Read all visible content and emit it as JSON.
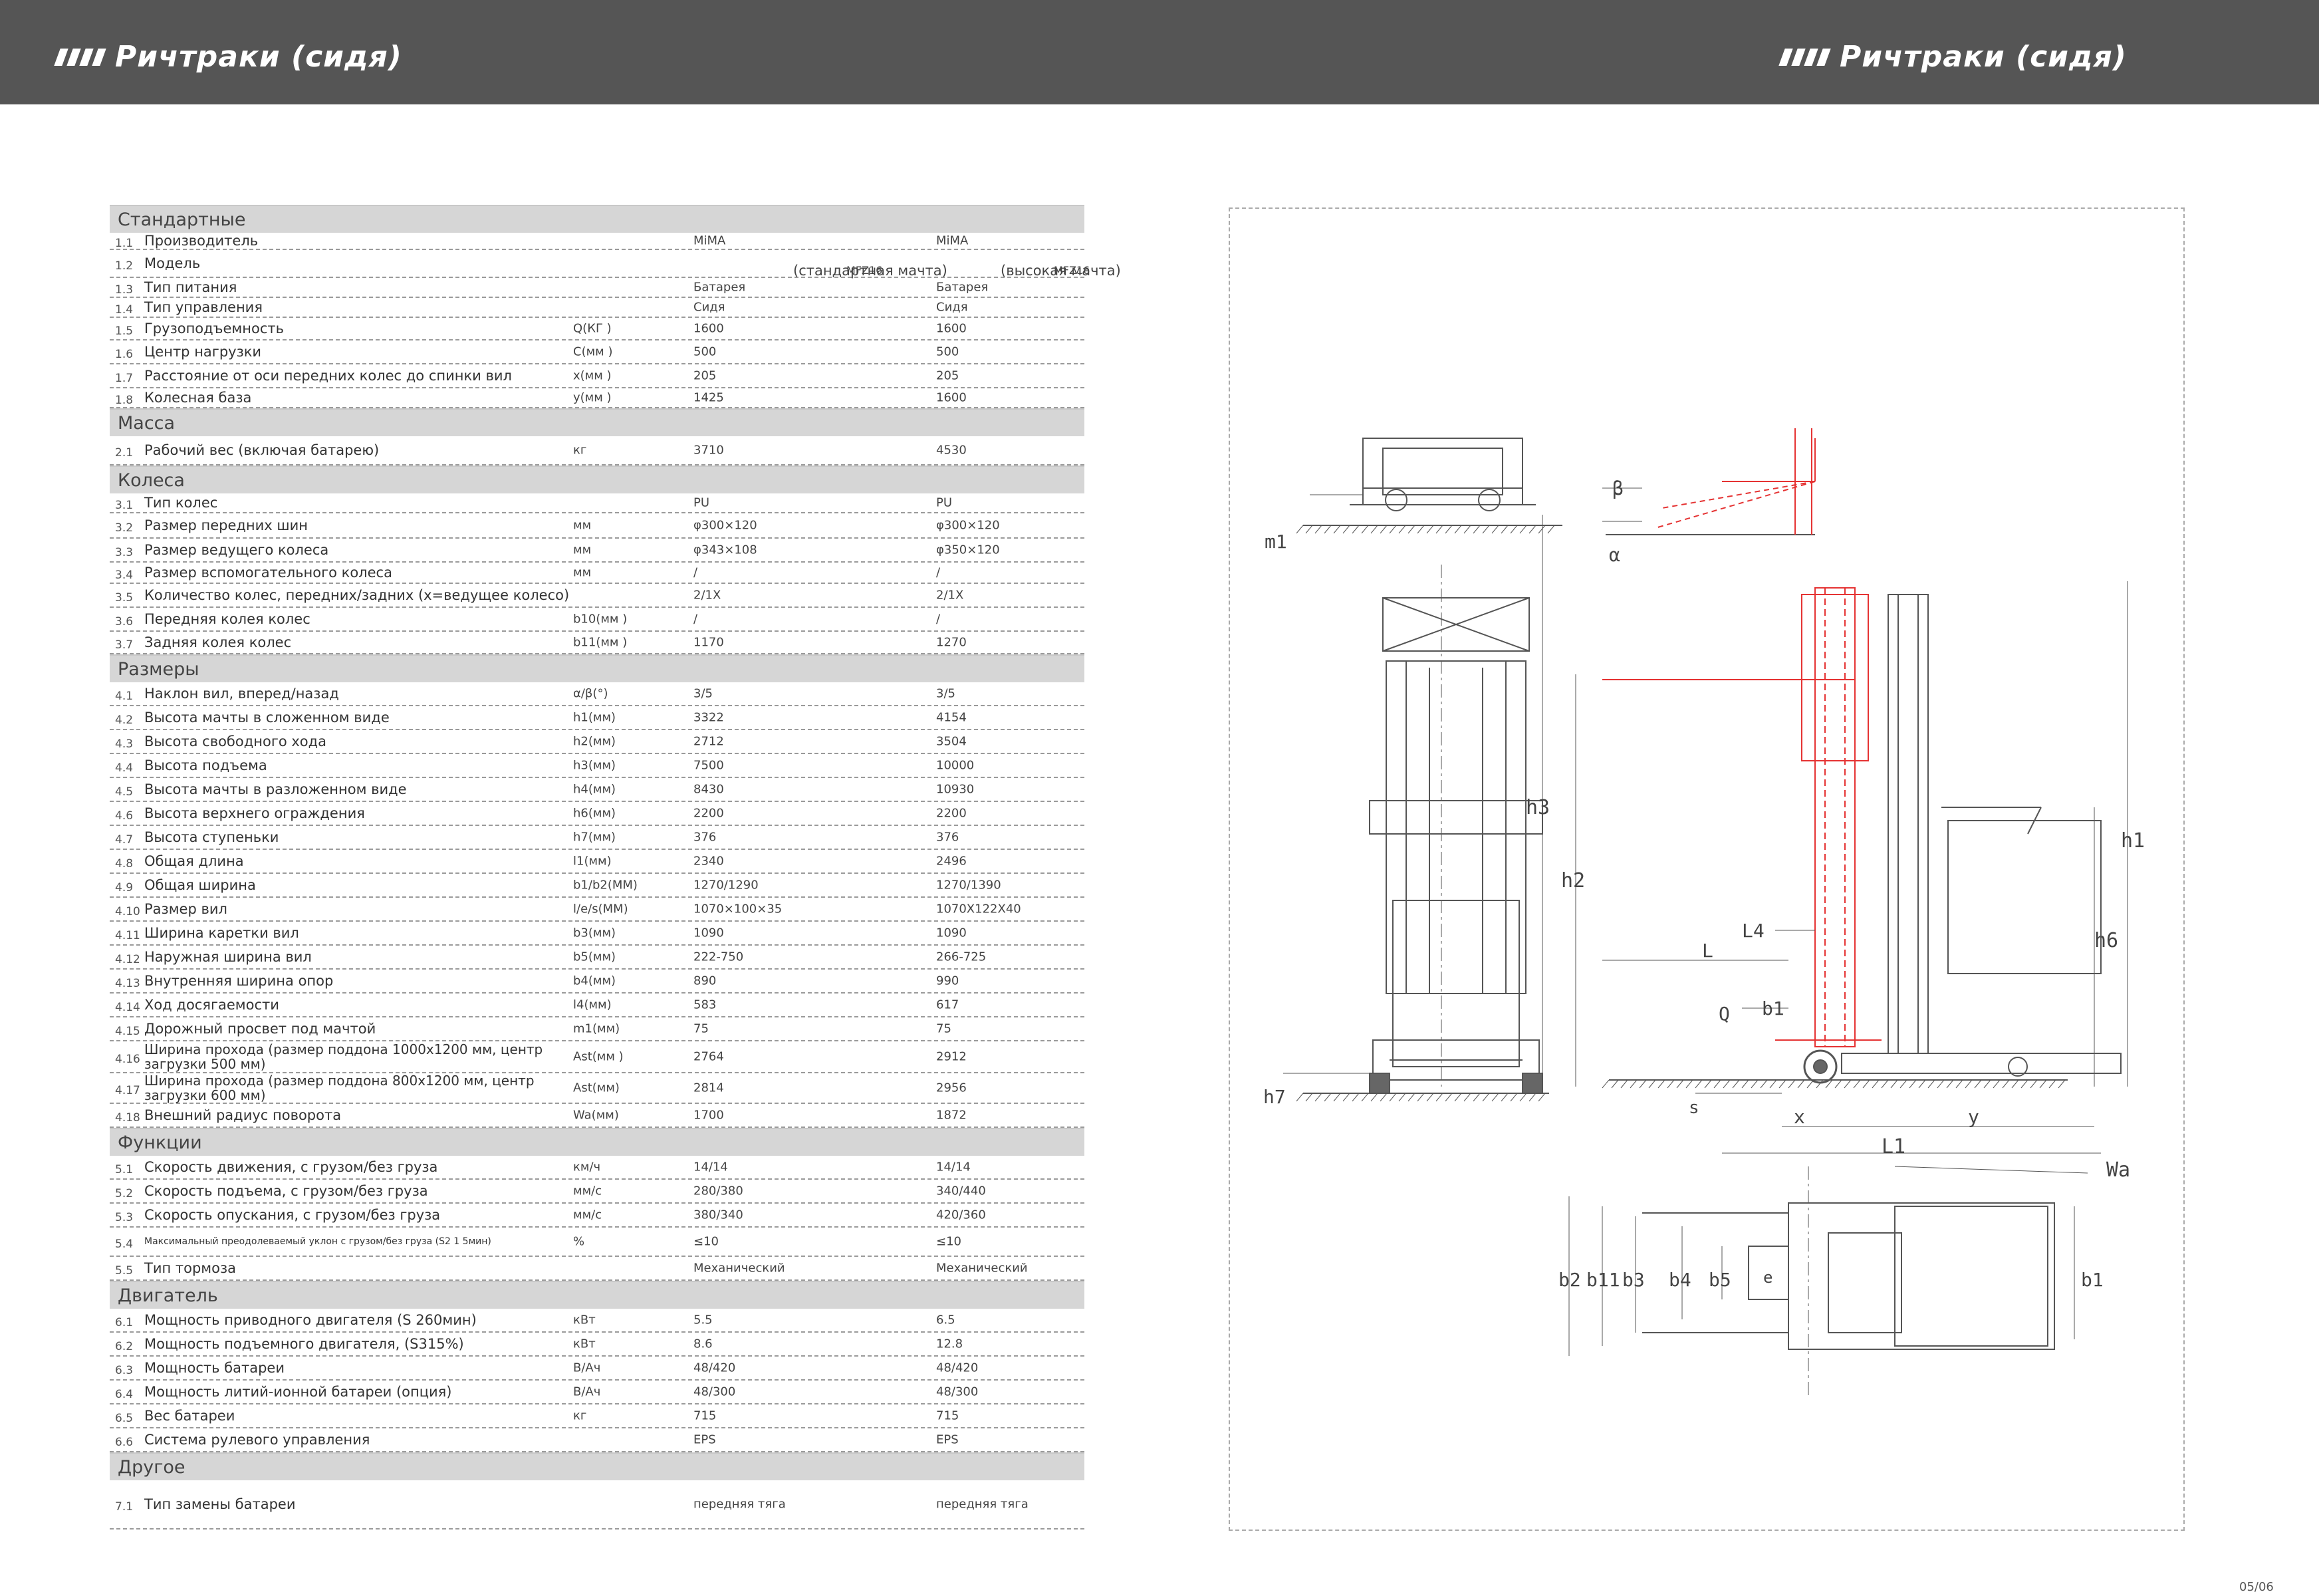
{
  "header": {
    "title": "Ричтраки (сидя)"
  },
  "page_number": "05/06",
  "sections": [
    {
      "title": "Стандартные",
      "rows": [
        {
          "num": "1.1",
          "label": "Производитель",
          "unit": "",
          "v1": "MiMA",
          "v2": "MiMA"
        },
        {
          "num": "1.2",
          "label": "Модель",
          "unit": "",
          "v1": "MFZ16",
          "v1b": "(стандартная мачта)",
          "v2": "MFZ16",
          "v2b": "(высокая мачта)"
        },
        {
          "num": "1.3",
          "label": "Тип питания",
          "unit": "",
          "v1": "Батарея",
          "v2": "Батарея"
        },
        {
          "num": "1.4",
          "label": "Тип управления",
          "unit": "",
          "v1": "Сидя",
          "v2": "Сидя"
        },
        {
          "num": "1.5",
          "label": "Грузоподъемность",
          "unit": "Q(КГ )",
          "v1": "1600",
          "v2": "1600"
        },
        {
          "num": "1.6",
          "label": "Центр нагрузки",
          "unit": "C(мм )",
          "v1": "500",
          "v2": "500"
        },
        {
          "num": "1.7",
          "label": "Расстояние от оси передних колес до спинки вил",
          "unit": "x(мм )",
          "v1": "205",
          "v2": "205"
        },
        {
          "num": "1.8",
          "label": "Колесная база",
          "unit": "y(мм )",
          "v1": "1425",
          "v2": "1600"
        }
      ]
    },
    {
      "title": "Масса",
      "rows": [
        {
          "num": "2.1",
          "label": "Рабочий вес (включая батарею)",
          "unit": "кг",
          "v1": "3710",
          "v2": "4530"
        }
      ]
    },
    {
      "title": "Колеса",
      "rows": [
        {
          "num": "3.1",
          "label": "Тип колес",
          "unit": "",
          "v1": "PU",
          "v2": "PU"
        },
        {
          "num": "3.2",
          "label": "Размер передних шин",
          "unit": "мм",
          "v1": "φ300×120",
          "v2": "φ300×120"
        },
        {
          "num": "3.3",
          "label": "Размер ведущего колеса",
          "unit": "мм",
          "v1": "φ343×108",
          "v2": "φ350×120"
        },
        {
          "num": "3.4",
          "label": "Размер вспомогательного колеса",
          "unit": "мм",
          "v1": "/",
          "v2": "/"
        },
        {
          "num": "3.5",
          "label": "Количество колес, передних/задних (x=ведущее колесо)",
          "unit": "",
          "v1": "2/1X",
          "v2": "2/1X"
        },
        {
          "num": "3.6",
          "label": "Передняя колея колес",
          "unit": "b10(мм )",
          "v1": "/",
          "v2": "/"
        },
        {
          "num": "3.7",
          "label": "Задняя колея колес",
          "unit": "b11(мм )",
          "v1": "1170",
          "v2": "1270"
        }
      ]
    },
    {
      "title": "Размеры",
      "rows": [
        {
          "num": "4.1",
          "label": "Наклон вил, вперед/назад",
          "unit": "α/β(°)",
          "v1": "3/5",
          "v2": "3/5"
        },
        {
          "num": "4.2",
          "label": "Высота мачты в сложенном виде",
          "unit": "h1(мм)",
          "v1": "3322",
          "v2": "4154"
        },
        {
          "num": "4.3",
          "label": "Высота свободного хода",
          "unit": "h2(мм)",
          "v1": "2712",
          "v2": "3504"
        },
        {
          "num": "4.4",
          "label": "Высота подъема",
          "unit": "h3(мм)",
          "v1": "7500",
          "v2": "10000"
        },
        {
          "num": "4.5",
          "label": "Высота мачты в разложенном виде",
          "unit": "h4(мм)",
          "v1": "8430",
          "v2": "10930"
        },
        {
          "num": "4.6",
          "label": "Высота верхнего ограждения",
          "unit": "h6(мм)",
          "v1": "2200",
          "v2": "2200"
        },
        {
          "num": "4.7",
          "label": "Высота ступеньки",
          "unit": "h7(мм)",
          "v1": "376",
          "v2": "376"
        },
        {
          "num": "4.8",
          "label": "Общая длина",
          "unit": "l1(мм)",
          "v1": "2340",
          "v2": "2496"
        },
        {
          "num": "4.9",
          "label": "Общая ширина",
          "unit": "b1/b2(ММ)",
          "v1": "1270/1290",
          "v2": "1270/1390"
        },
        {
          "num": "4.10",
          "label": "Размер вил",
          "unit": "l/e/s(ММ)",
          "v1": "1070×100×35",
          "v2": "1070X122X40"
        },
        {
          "num": "4.11",
          "label": "Ширина каретки вил",
          "unit": "b3(мм)",
          "v1": "1090",
          "v2": "1090"
        },
        {
          "num": "4.12",
          "label": "Наружная ширина вил",
          "unit": "b5(мм)",
          "v1": "222-750",
          "v2": "266-725"
        },
        {
          "num": "4.13",
          "label": "Внутренняя ширина опор",
          "unit": "b4(мм)",
          "v1": "890",
          "v2": "990"
        },
        {
          "num": "4.14",
          "label": "Ход досягаемости",
          "unit": "l4(мм)",
          "v1": "583",
          "v2": "617"
        },
        {
          "num": "4.15",
          "label": "Дорожный просвет под мачтой",
          "unit": "m1(мм)",
          "v1": "75",
          "v2": "75"
        },
        {
          "num": "4.16",
          "label": "Ширина прохода (размер поддона 1000х1200 мм, центр загрузки 500 мм)",
          "unit": "Ast(мм )",
          "v1": "2764",
          "v2": "2912",
          "two": true
        },
        {
          "num": "4.17",
          "label": "Ширина прохода (размер поддона 800х1200 мм, центр загрузки 600 мм)",
          "unit": "Ast(мм)",
          "v1": "2814",
          "v2": "2956",
          "two": true
        },
        {
          "num": "4.18",
          "label": "Внешний радиус поворота",
          "unit": "Wa(мм)",
          "v1": "1700",
          "v2": "1872"
        }
      ]
    },
    {
      "title": "Функции",
      "rows": [
        {
          "num": "5.1",
          "label": "Скорость движения, с грузом/без груза",
          "unit": "км/ч",
          "v1": "14/14",
          "v2": "14/14"
        },
        {
          "num": "5.2",
          "label": "Скорость подъема, с грузом/без груза",
          "unit": "мм/с",
          "v1": "280/380",
          "v2": "340/440"
        },
        {
          "num": "5.3",
          "label": "Скорость опускания, с грузом/без груза",
          "unit": "мм/с",
          "v1": "380/340",
          "v2": "420/360"
        },
        {
          "num": "5.4",
          "label": "Максимальный преодолеваемый уклон с грузом/без груза (S2 1 5мин)",
          "unit": "%",
          "v1": "≤10",
          "v2": "≤10",
          "tiny": true
        },
        {
          "num": "5.5",
          "label": "Тип тормоза",
          "unit": "",
          "v1": "Механический",
          "v2": "Механический"
        }
      ]
    },
    {
      "title": "Двигатель",
      "rows": [
        {
          "num": "6.1",
          "label": "Мощность приводного двигателя (S 260мин)",
          "unit": "кВт",
          "v1": "5.5",
          "v2": "6.5"
        },
        {
          "num": "6.2",
          "label": "Мощность подъемного двигателя, (S315%)",
          "unit": "кВт",
          "v1": "8.6",
          "v2": "12.8"
        },
        {
          "num": "6.3",
          "label": "Мощность батареи",
          "unit": "В/Ач",
          "v1": "48/420",
          "v2": "48/420"
        },
        {
          "num": "6.4",
          "label": "Мощность литий-ионной батареи (опция)",
          "unit": "В/Ач",
          "v1": "48/300",
          "v2": "48/300"
        },
        {
          "num": "6.5",
          "label": "Вес батареи",
          "unit": "кг",
          "v1": "715",
          "v2": "715"
        },
        {
          "num": "6.6",
          "label": "Система рулевого управления",
          "unit": "",
          "v1": "EPS",
          "v2": "EPS"
        }
      ]
    },
    {
      "title": "Другое",
      "rows": [
        {
          "num": "7.1",
          "label": "Тип замены батареи",
          "unit": "",
          "v1": "передняя тяга",
          "v2": "передняя тяга"
        }
      ]
    }
  ],
  "drawing": {
    "labels": {
      "m1": "m1",
      "beta": "β",
      "alpha": "α",
      "h1": "h1",
      "h2": "h2",
      "h3": "h3",
      "h6": "h6",
      "h7": "h7",
      "L4": "L4",
      "L": "L",
      "Q": "Q",
      "b1": "b1",
      "s": "s",
      "x": "x",
      "y": "y",
      "L1": "L1",
      "Wa": "Wa",
      "b2": "b2",
      "b11": "b11",
      "b3": "b3",
      "b4": "b4",
      "b5": "b5",
      "e": "e"
    },
    "colors": {
      "line": "#555555",
      "highlight": "#e53333"
    }
  }
}
